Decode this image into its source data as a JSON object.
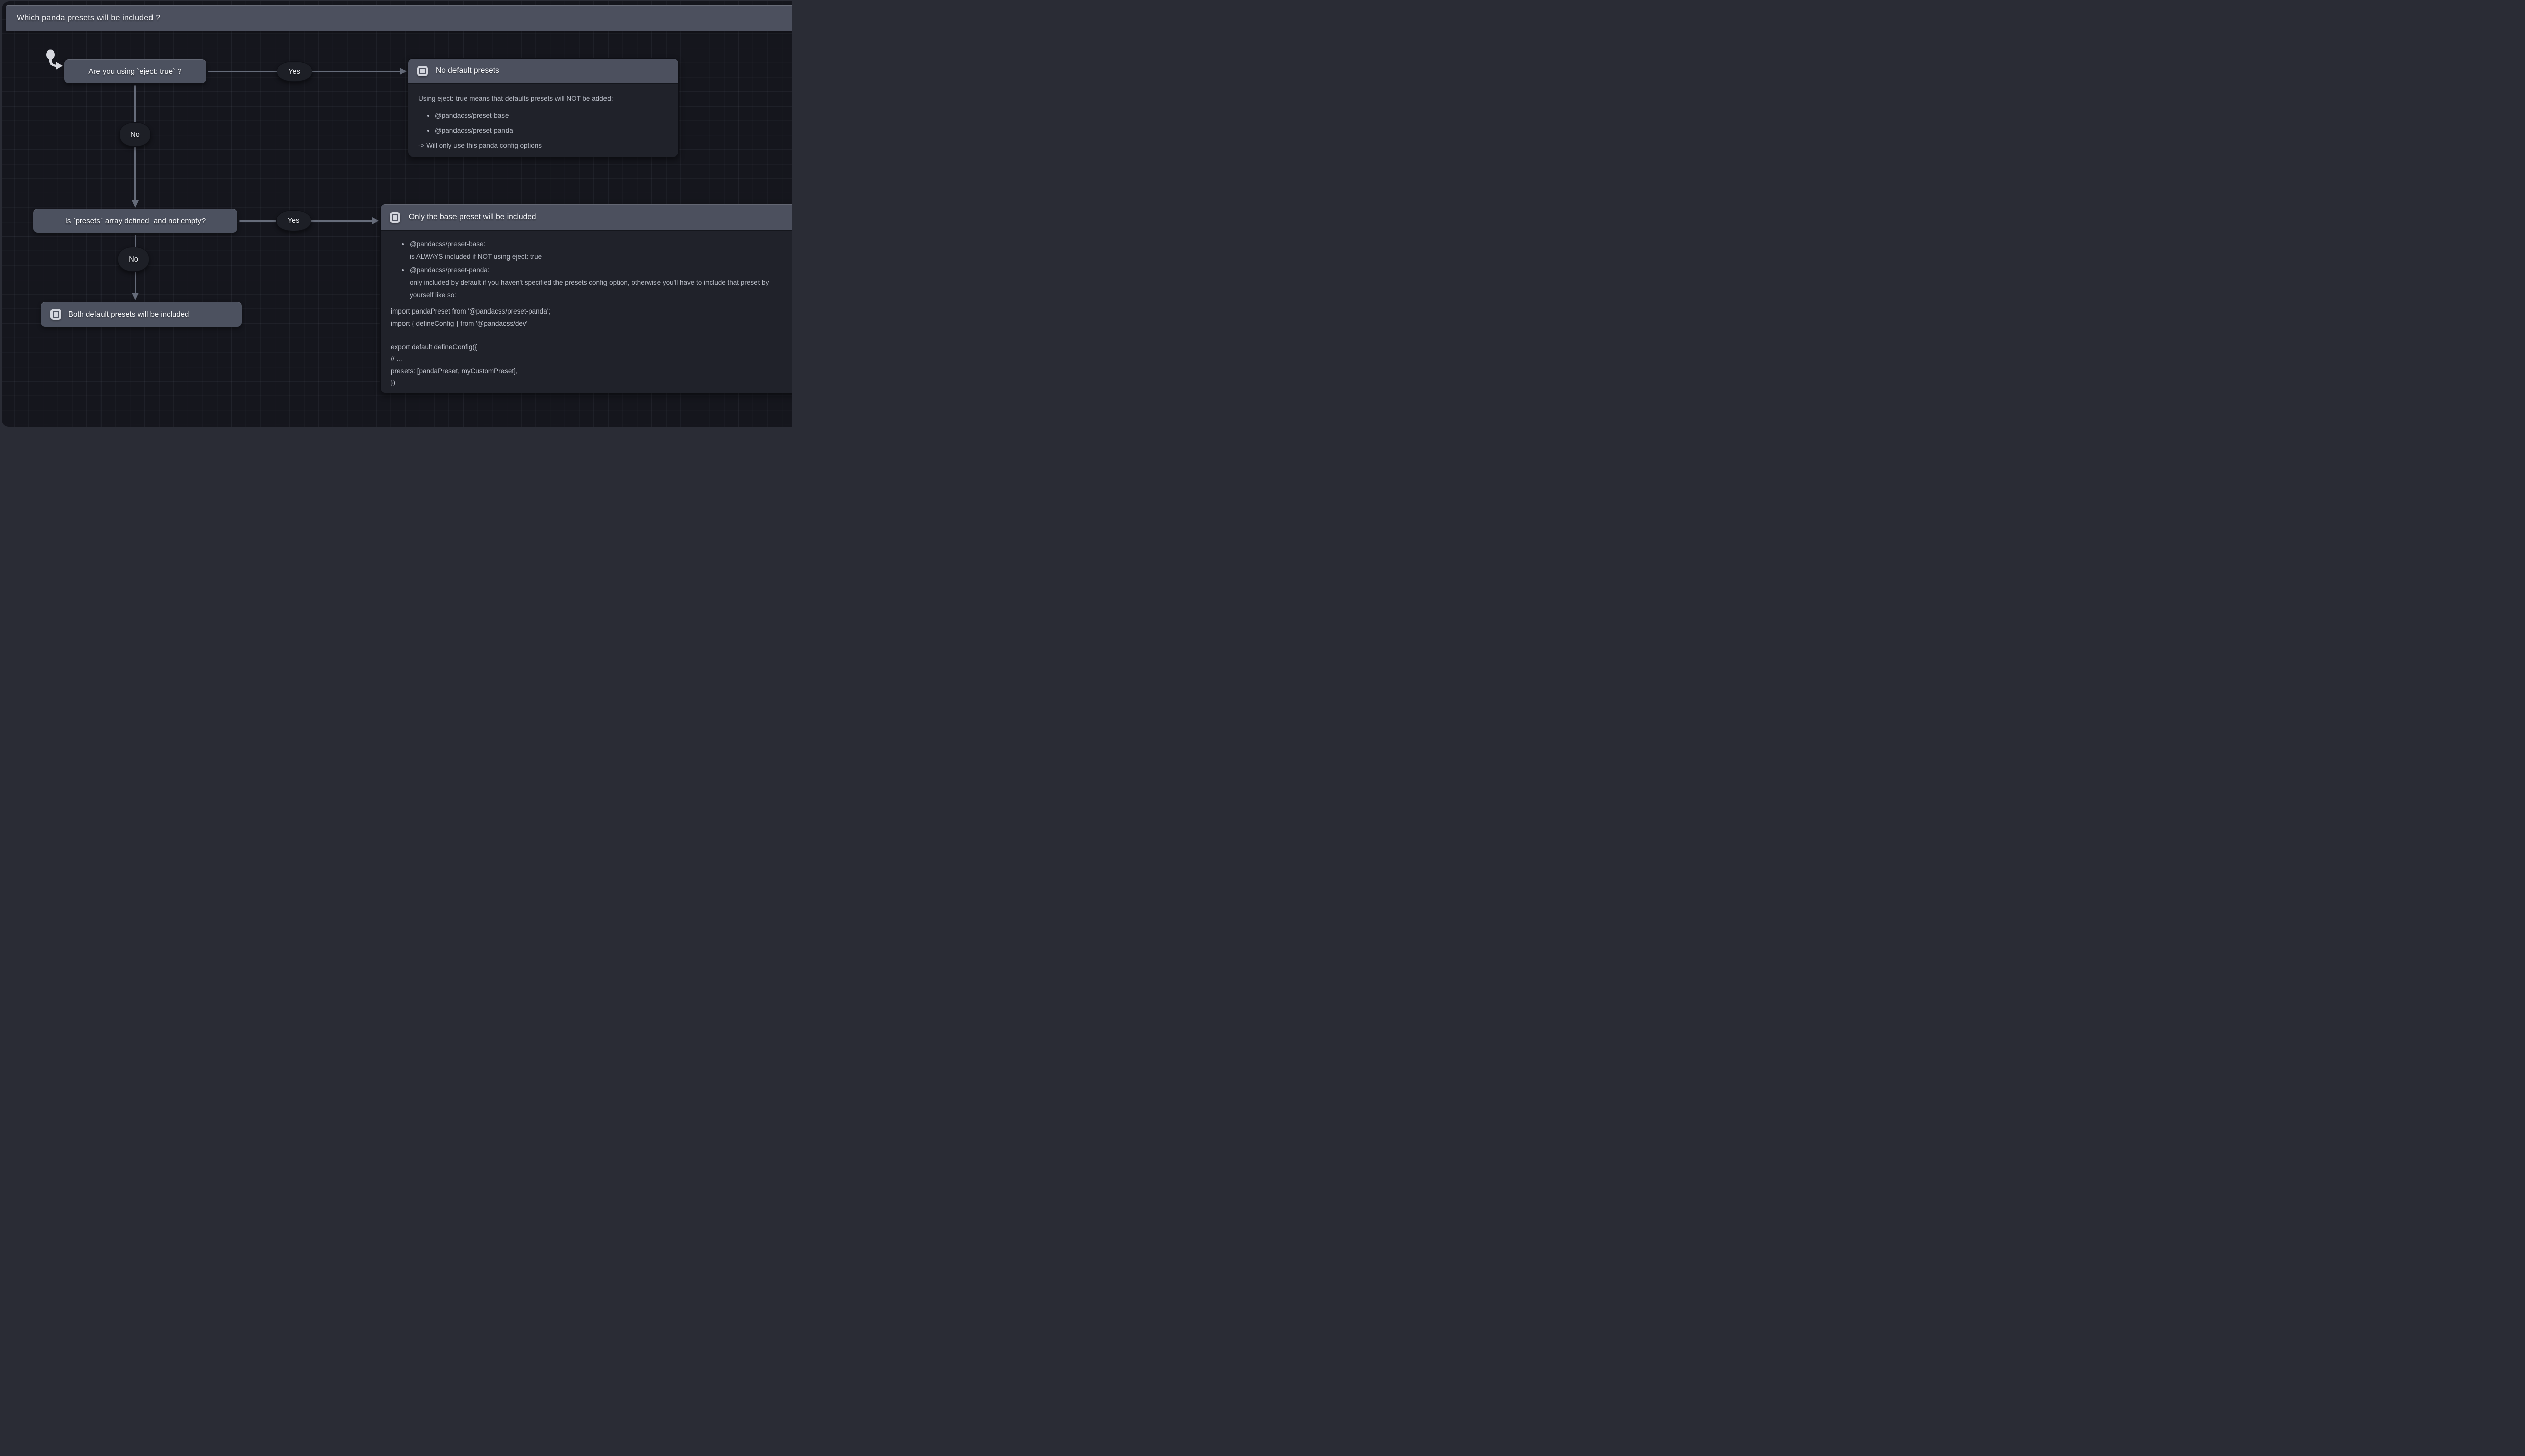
{
  "header": {
    "title": "Which panda presets will be included ?"
  },
  "nodes": {
    "q1": {
      "label": "Are you using `eject: true` ?"
    },
    "q2": {
      "label": "Is `presets` array defined  and not empty?"
    },
    "result_both": {
      "label": "Both default presets will be included"
    }
  },
  "edges": {
    "yes1": "Yes",
    "no1": "No",
    "yes2": "Yes",
    "no2": "No"
  },
  "boxes": {
    "no_default": {
      "title": "No default presets",
      "intro": "Using eject: true means that defaults presets will NOT be added:",
      "bullets": [
        "@pandacss/preset-base",
        "@pandacss/preset-panda"
      ],
      "outro": "-> Will only use this panda config options"
    },
    "base_only": {
      "title": "Only the base preset will be included",
      "items": [
        {
          "head": "@pandacss/preset-base:",
          "text": "is ALWAYS included if NOT using eject: true"
        },
        {
          "head": "@pandacss/preset-panda:",
          "text": "only included by default if you haven't specified the presets config option, otherwise you'll have to include that preset by yourself like so:"
        }
      ],
      "code": [
        "import pandaPreset from '@pandacss/preset-panda';",
        "import { defineConfig } from '@pandacss/dev'",
        "",
        "export default defineConfig({",
        "// ...",
        "presets: [pandaPreset, myCustomPreset],",
        "})"
      ]
    }
  },
  "icons": {
    "frame": "frame-icon",
    "cursor": "collaborator-cursor-icon"
  },
  "colors": {
    "page_frame": "#2a2c35",
    "canvas_bg": "#15161d",
    "grid_line": "#262832",
    "node_gray": "#4c515f",
    "box_body": "#20222a",
    "pill_bg": "#1d1f26",
    "arrow": "#666c7a",
    "text_primary": "#f5f6f9",
    "text_body": "#b6bac4"
  }
}
